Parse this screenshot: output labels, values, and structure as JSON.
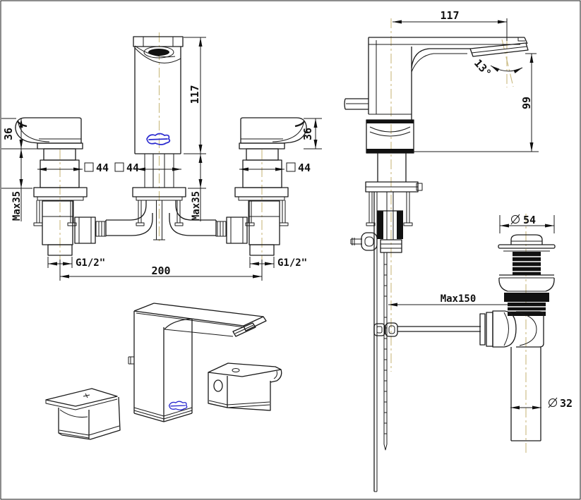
{
  "colors": {
    "background": "#ffffff",
    "line": "#1a1a1a",
    "centerline": "#c9b97f",
    "brand_logo": "#2b2bd0"
  },
  "front_view": {
    "spout_height": "117",
    "handle_height_left": "36",
    "handle_height_right": "36",
    "deck_thickness_left": "Max35",
    "deck_thickness_right": "Max35",
    "body_square_left": "44",
    "body_square_center": "44",
    "body_square_right": "44",
    "inlet_thread_left": "G1/2\"",
    "inlet_thread_right": "G1/2\"",
    "inlet_spacing": "200"
  },
  "side_view": {
    "spout_reach": "117",
    "outlet_angle": "13°",
    "outlet_height": "99",
    "drain_flange_diameter": "54",
    "pullrod_offset": "Max150",
    "tailpipe_diameter": "32"
  }
}
